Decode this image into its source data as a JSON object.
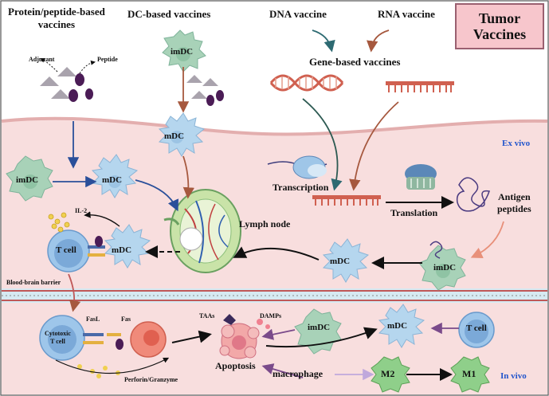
{
  "title": "Tumor\nVaccines",
  "sections": {
    "protein": "Protein/peptide-based\nvaccines",
    "dc": "DC-based vaccines",
    "dna": "DNA vaccine",
    "rna": "RNA vaccine",
    "gene": "Gene-based vaccines",
    "ex_vivo": "Ex vivo",
    "in_vivo": "In vivo",
    "bbb": "Blood-brain barrier"
  },
  "labels": {
    "adjuvant": "Adjuvant",
    "peptide": "Peptide",
    "imdc": "imDC",
    "mdc": "mDC",
    "lymph_node": "Lymph node",
    "transcription": "Transcription",
    "translation": "Translation",
    "antigen_peptides": "Antigen\npeptides",
    "t_cell": "T cell",
    "il2": "IL-2",
    "cytotoxic": "Cytotoxic\nT cell",
    "fasl": "FasL",
    "fas": "Fas",
    "perforin": "Perforin/Granzyme",
    "taas": "TAAs",
    "damps": "DAMPs",
    "apoptosis": "Apoptosis",
    "macrophage": "macrophage",
    "m1": "M1",
    "m2": "M2"
  },
  "colors": {
    "tissue": "#f8dede",
    "membrane": "#e8b8b8",
    "dc_blue": "#b5d6ee",
    "dc_green": "#a8d2b8",
    "dna_red": "#d06050",
    "arrow_dark": "#111111",
    "arrow_blue": "#2a4f9a",
    "arrow_brown": "#a6583e",
    "ex_vivo_blue": "#2255cc"
  }
}
